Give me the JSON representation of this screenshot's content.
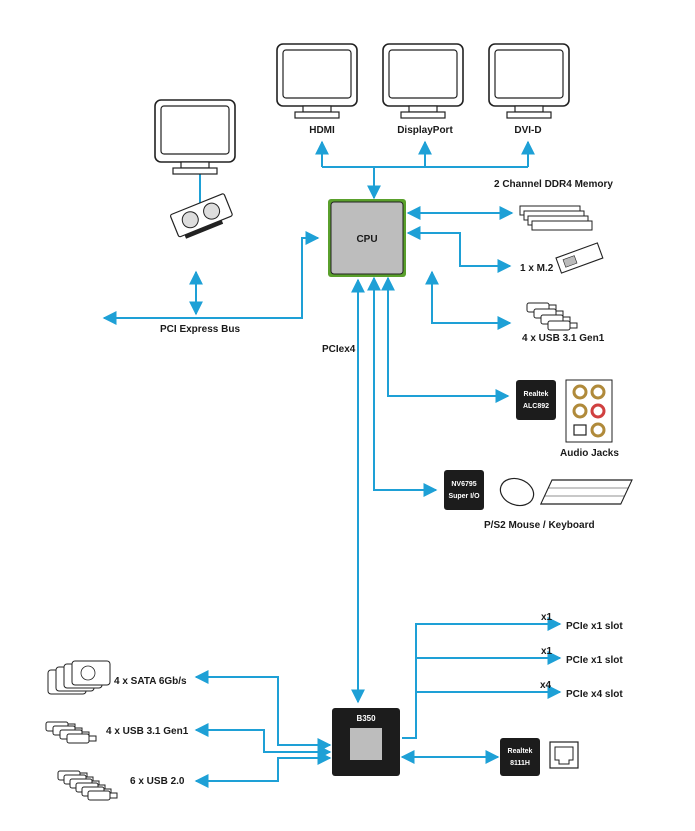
{
  "colors": {
    "connector": "#1ea0d6",
    "cpu_fill": "#bdbdbd",
    "chip_fill": "#1c1c1c",
    "cpu_border": "#5aa02c"
  },
  "displays": {
    "hdmi": "HDMI",
    "displayport": "DisplayPort",
    "dvi": "DVI-D"
  },
  "cpu": {
    "label": "CPU"
  },
  "memory": {
    "label": "2 Channel DDR4 Memory"
  },
  "m2": {
    "label": "1 x M.2"
  },
  "usb_cpu": {
    "label": "4 x USB 3.1 Gen1"
  },
  "pci_bus": {
    "label": "PCI Express Bus"
  },
  "pciex4": {
    "label": "PCIex4"
  },
  "audio": {
    "chip_line1": "Realtek",
    "chip_line2": "ALC892",
    "jacks_label": "Audio Jacks"
  },
  "superio": {
    "chip_line1": "NV6795",
    "chip_line2": "Super I/O",
    "label": "P/S2 Mouse / Keyboard"
  },
  "chipset": {
    "label": "B350"
  },
  "pcie_slots": [
    {
      "lanes": "x1",
      "label": "PCIe x1 slot"
    },
    {
      "lanes": "x1",
      "label": "PCIe x1 slot"
    },
    {
      "lanes": "x4",
      "label": "PCIe x4 slot"
    }
  ],
  "sata": {
    "label": "4 x SATA 6Gb/s"
  },
  "usb31_chipset": {
    "label": "4 x USB 3.1 Gen1"
  },
  "usb20": {
    "label": "6 x USB 2.0"
  },
  "lan": {
    "chip_line1": "Realtek",
    "chip_line2": "8111H"
  }
}
